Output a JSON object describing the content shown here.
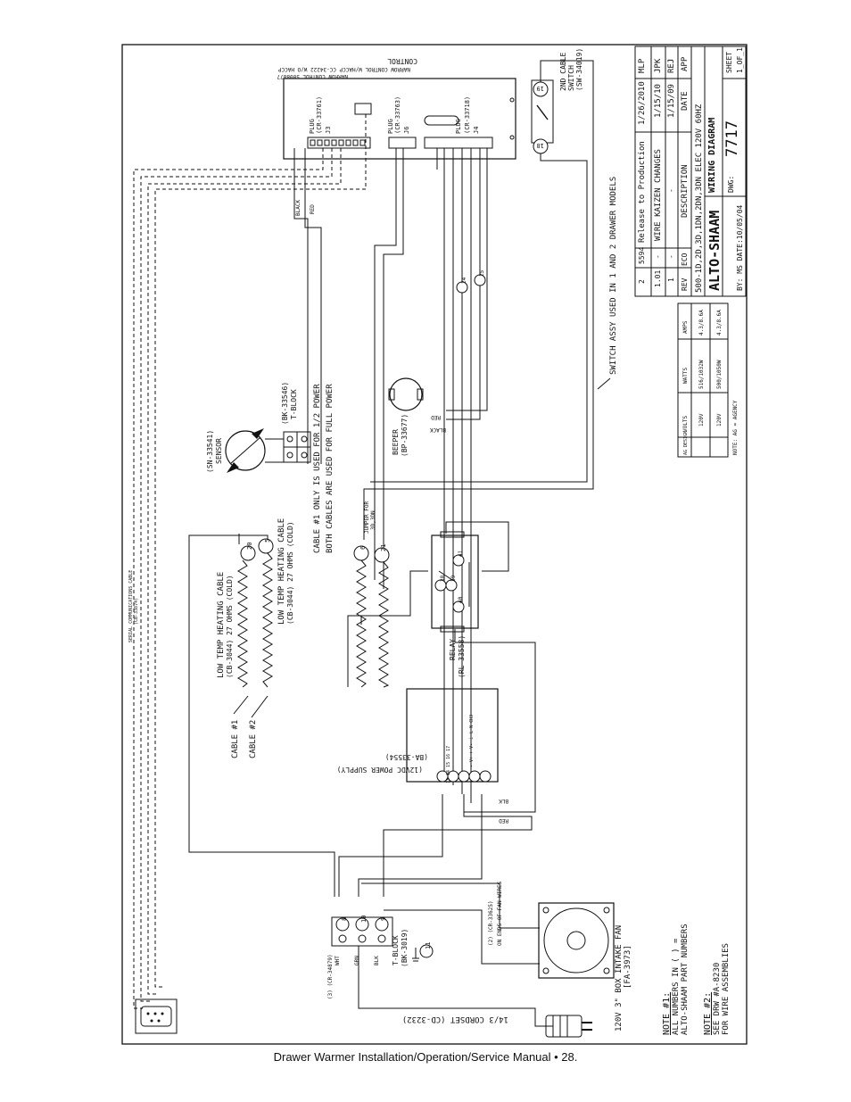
{
  "footer": "Drawer Warmer Installation/Operation/Service Manual • 28.",
  "title_block": {
    "brand": "ALTO-SHAAM",
    "drawing_title": "WIRING DIAGRAM",
    "model_line": "500-1D,2D,3D,1DN,2DN,3DN ELEC 120V 60HZ",
    "dwg_label": "DWG:",
    "dwg_number": "7717",
    "sheet_label": "SHEET",
    "sheet_value": "1_OF_1",
    "by_line": "BY: MS DATE:10/05/04",
    "revisions": [
      {
        "rev": "2",
        "eco": "5594",
        "description": "Release to Production",
        "date": "1/26/2010",
        "app": "MLP"
      },
      {
        "rev": "1.01",
        "eco": "-",
        "description": "WIRE KAIZEN CHANGES",
        "date": "1/15/10",
        "app": "JPK"
      },
      {
        "rev": "1",
        "eco": "-",
        "description": "-",
        "date": "1/15/09",
        "app": "REJ"
      },
      {
        "rev": "REV",
        "eco": "ECO",
        "description": "DESCRIPTION",
        "date": "DATE",
        "app": "APP"
      }
    ]
  },
  "ratings": {
    "headers": [
      "VOLTS",
      "WATTS",
      "AMPS"
    ],
    "side_label": "AG DESIGN",
    "rows": [
      [
        "120V",
        "516/1032W",
        "4.3/8.6A"
      ],
      [
        "120V",
        "500/1050W",
        "4.3/8.6A"
      ]
    ],
    "note": "NOTE: AG = AGENCY"
  },
  "notes": {
    "note1_title": "NOTE #1:",
    "note1_line1": "ALL NUMBERS IN ( ) =",
    "note1_line2": "ALTO-SHAAM PART NUMBERS",
    "note2_title": "NOTE #2:",
    "note2_line1": "SEE DRW #A-8230",
    "note2_line2": "FOR WIRE ASSEMBLIES"
  },
  "labels": {
    "control": "CONTROL",
    "control_sub1": "NARROW CONTROL W/HACCP CC-34222 W/O HACCP",
    "control_sub2": "NARROW CONTROL 5008877",
    "plug_j3": [
      "PLUG",
      "(CR-33761)",
      "J3"
    ],
    "plug_j6": [
      "PLUG",
      "(CR-33763)",
      "J6"
    ],
    "plug_j4": [
      "PLUG",
      "(CR-33718)",
      "J4"
    ],
    "switch": [
      "2ND CABLE",
      "SWITCH",
      "(SW-34019)"
    ],
    "switch_assy": "SWITCH ASSY USED IN 1 AND 2 DRAWER MODELS",
    "black": "BLACK",
    "red": "RED",
    "blk": "BLK",
    "sensor": [
      "(SN-33541)",
      "SENSOR"
    ],
    "tblock_top": [
      "(BK-33546)",
      "T-BLOCK"
    ],
    "beeper": [
      "BEEPER",
      "(BP-33677)"
    ],
    "cable_note1": "CABLE #1 ONLY IS USED FOR 1/2 POWER",
    "cable_note2": "BOTH CABLES ARE USED FOR FULL POWER",
    "jumper": [
      "JUMPER FOR",
      "3D,3DN"
    ],
    "heat1": [
      "LOW TEMP HEATING CABLE",
      "(CB-3044) 27 OHMS (COLD)"
    ],
    "heat2": [
      "LOW TEMP HEATING CABLE",
      "(CB-3044) 27 OHMS (COLD)"
    ],
    "cable1": "CABLE #1",
    "cable2": "CABLE #2",
    "relay": [
      "RELAY",
      "(RL-33558)"
    ],
    "serial": [
      "SERIAL COMMUNICATIONS CABLE",
      "(CB-33874)"
    ],
    "power_supply": [
      "(12VDC POWER SUPPLY)",
      "(BA-33554)"
    ],
    "fan": [
      "120V 3\" BOX INTAKE FAN",
      "[FA-3973]"
    ],
    "fan_wires": [
      "(2) (CR-33625)",
      "ON ENDS OF FAN WIRES"
    ],
    "tblock_bottom": [
      "T-BLOCK",
      "(BK-3019)"
    ],
    "cordset": "14/3 CORDSET (CD-3232)",
    "cr_bottom": "(3) (CR-34879)",
    "wht": "WHT",
    "grn": "GRN",
    "blk_bottom": "BLK",
    "terminal_8": "8",
    "terminal_10": "10",
    "terminal_9": "9",
    "terminal_11": "11",
    "node_19": "19",
    "node_18": "18",
    "node_20": "20",
    "node_5": "5",
    "node_6": "6",
    "node_21": "21",
    "node_38": "38",
    "node_39": "39",
    "node_40": "40",
    "node_41": "41",
    "node_24": "24",
    "node_25": "25",
    "ps_terminals": "13 14 15 16 17",
    "ps_pins": "- V+ + V- ⏚ L N CH3"
  }
}
